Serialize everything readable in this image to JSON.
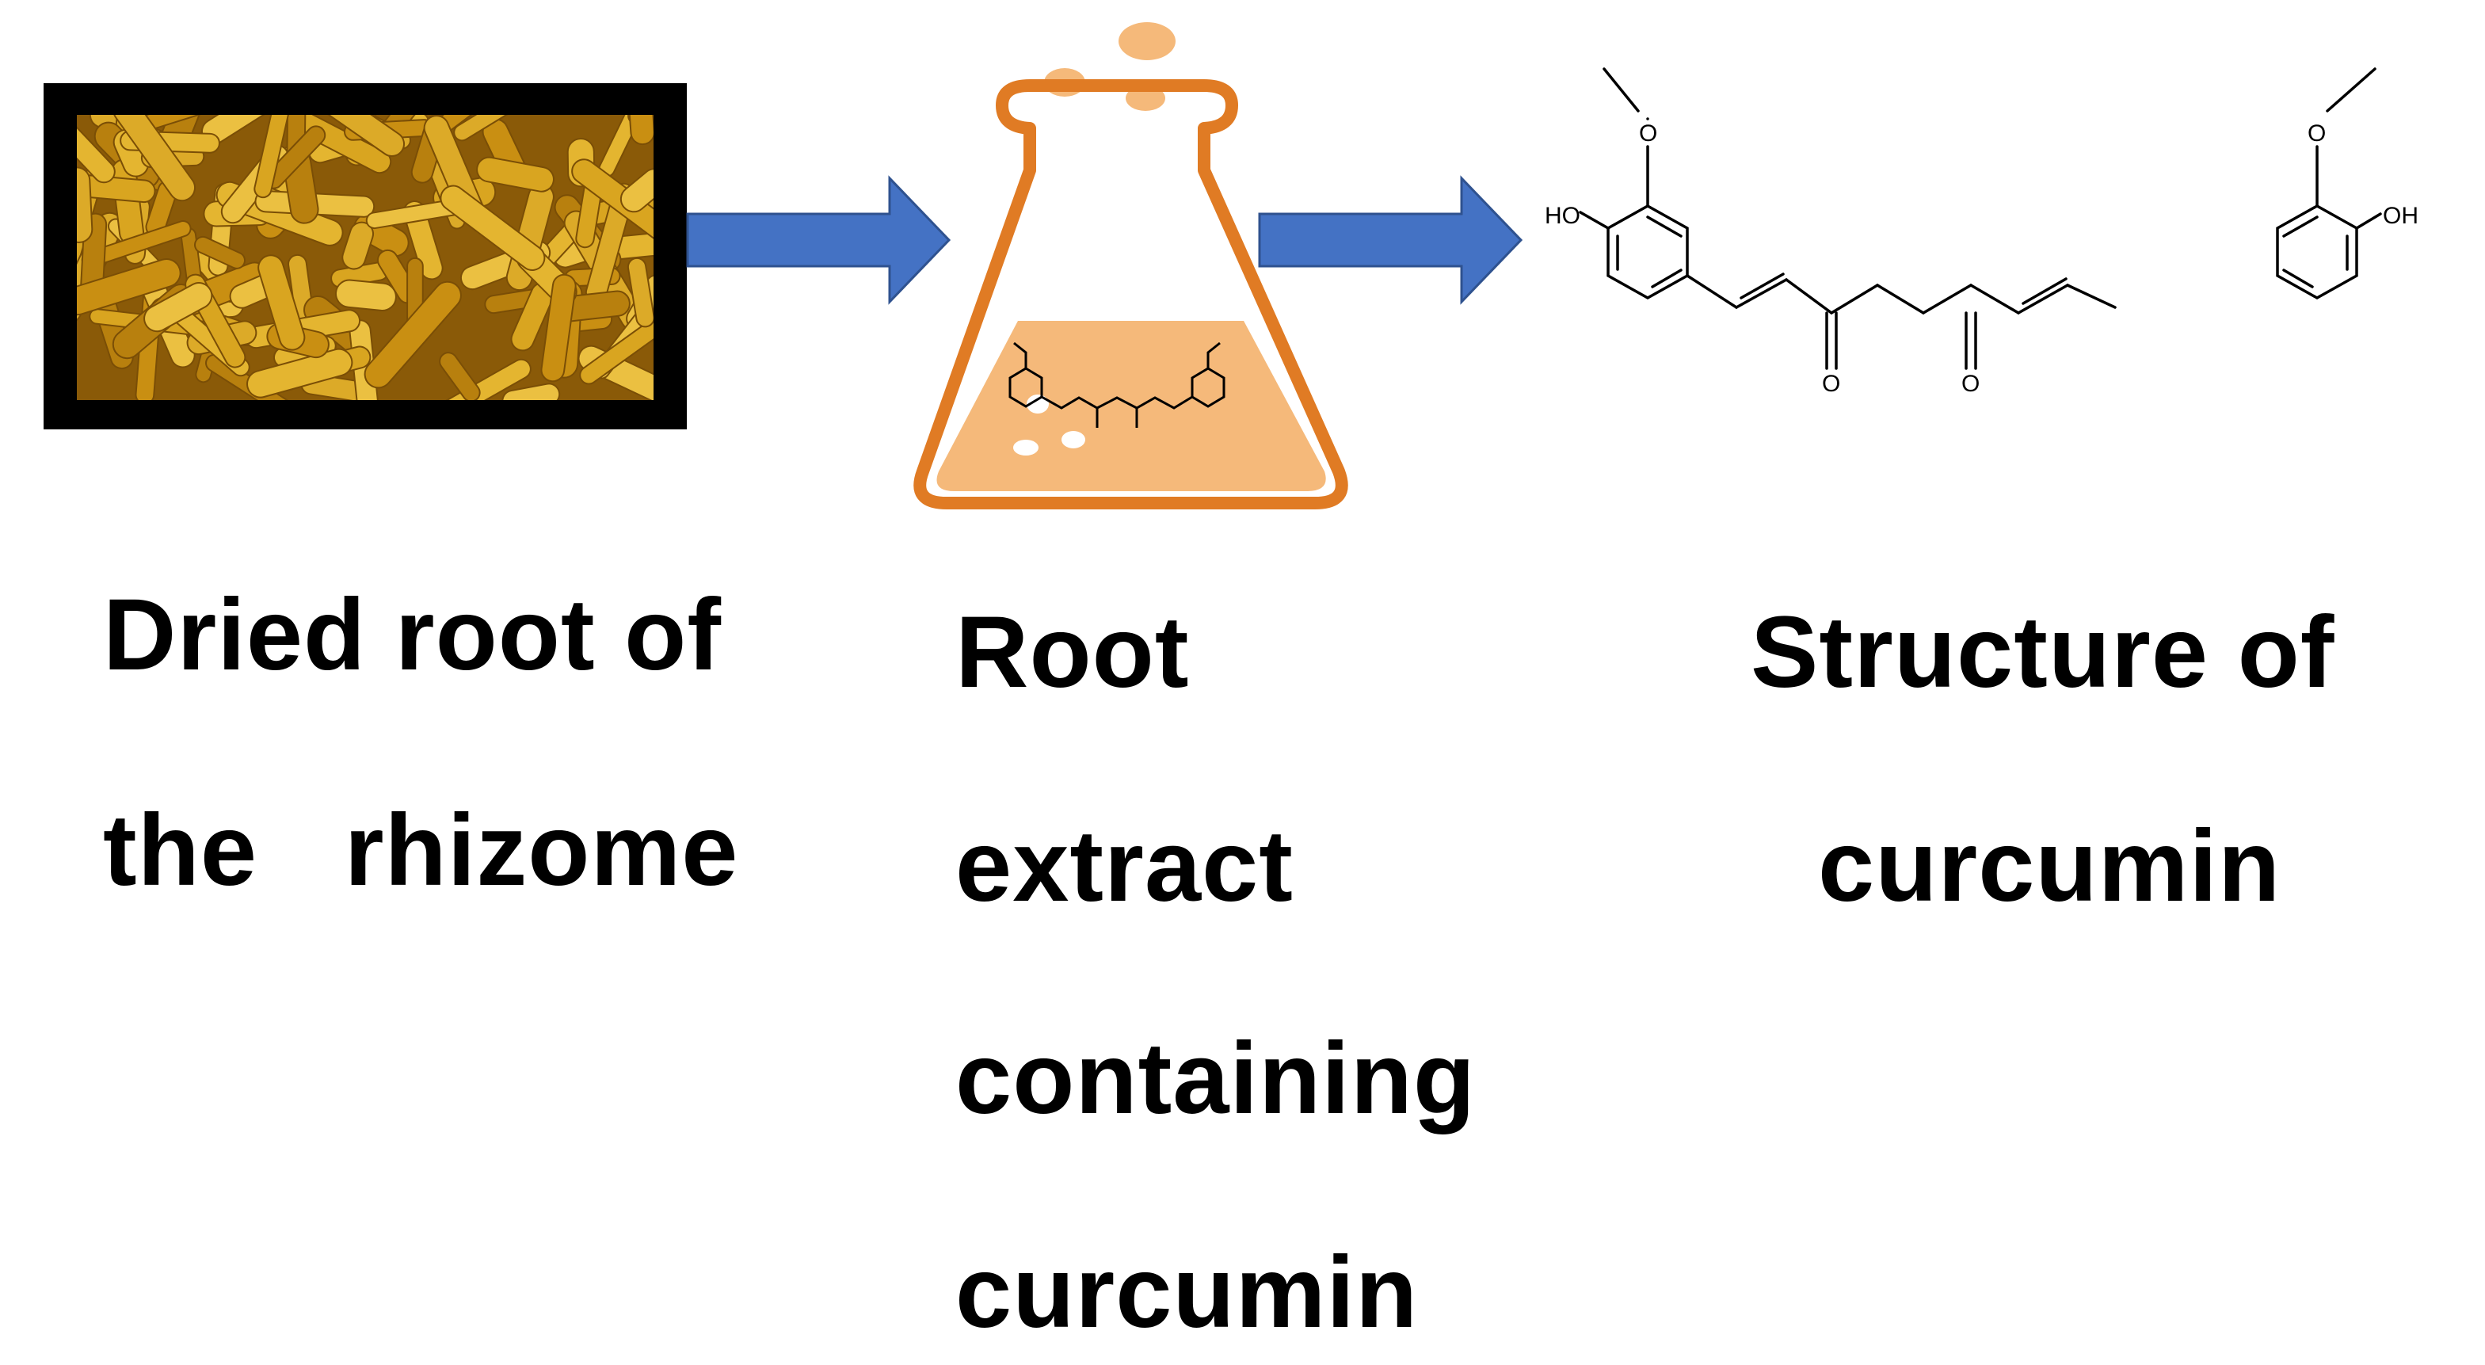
{
  "steps": [
    {
      "id": "rhizome",
      "caption_lines": [
        "Dried root of",
        "the   rhizome"
      ]
    },
    {
      "id": "extract",
      "caption_lines": [
        "Root",
        "extract",
        "containing",
        "curcumin"
      ]
    },
    {
      "id": "structure",
      "caption_lines": [
        "Structure of",
        "curcumin"
      ]
    }
  ],
  "molecule": {
    "labels": {
      "hydroxyl_left": "HO",
      "hydroxyl_right": "OH",
      "methoxy_left": "O",
      "methoxy_right": "O",
      "carbonyl_left": "O",
      "carbonyl_right": "O"
    }
  },
  "colors": {
    "arrow_fill": "#4472c4",
    "arrow_stroke": "#2f528f",
    "flask_outline": "#e07b24",
    "flask_liquid": "#f5b97a",
    "rhizome_base": "#c9961a",
    "frame": "#000000"
  },
  "icons": {
    "arrow": "right-arrow-icon",
    "flask": "erlenmeyer-flask-icon"
  }
}
